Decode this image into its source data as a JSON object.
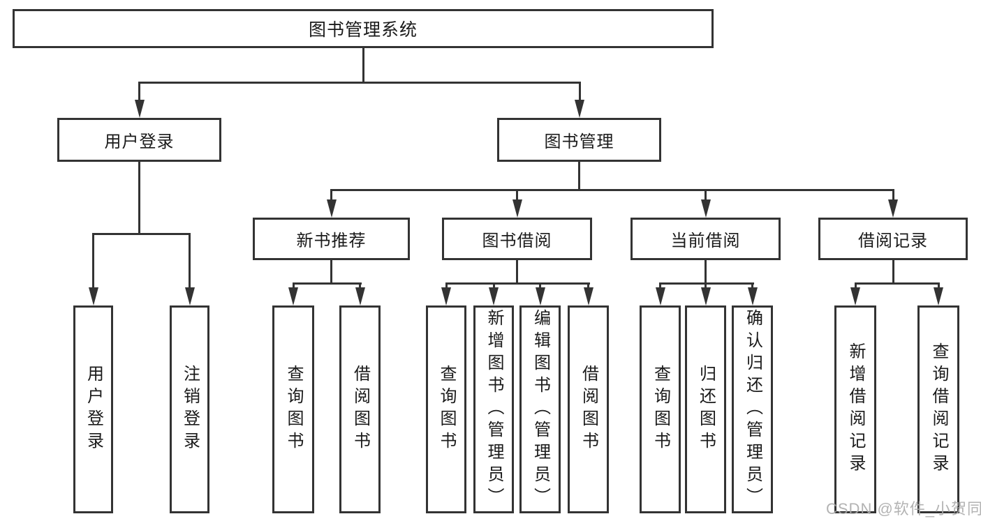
{
  "tree": {
    "root": {
      "label": "图书管理系统"
    },
    "children": [
      {
        "label": "用户登录",
        "children": [
          {
            "label": "用户登录"
          },
          {
            "label": "注销登录"
          }
        ]
      },
      {
        "label": "图书管理",
        "children": [
          {
            "label": "新书推荐",
            "children": [
              {
                "label": "查询图书"
              },
              {
                "label": "借阅图书"
              }
            ]
          },
          {
            "label": "图书借阅",
            "children": [
              {
                "label": "查询图书"
              },
              {
                "label": "新增图书（管理员）"
              },
              {
                "label": "编辑图书（管理员）"
              },
              {
                "label": "借阅图书"
              }
            ]
          },
          {
            "label": "当前借阅",
            "children": [
              {
                "label": "查询图书"
              },
              {
                "label": "归还图书"
              },
              {
                "label": "确认归还（管理员）"
              }
            ]
          },
          {
            "label": "借阅记录",
            "children": [
              {
                "label": "新增借阅记录"
              },
              {
                "label": "查询借阅记录"
              }
            ]
          }
        ]
      }
    ]
  },
  "watermark": {
    "text": "CSDN @软件_小贺同学"
  },
  "colors": {
    "line": "#333333",
    "box_border": "#333333",
    "text": "#1a1a1a",
    "watermark": "#ababab",
    "background": "#ffffff"
  }
}
